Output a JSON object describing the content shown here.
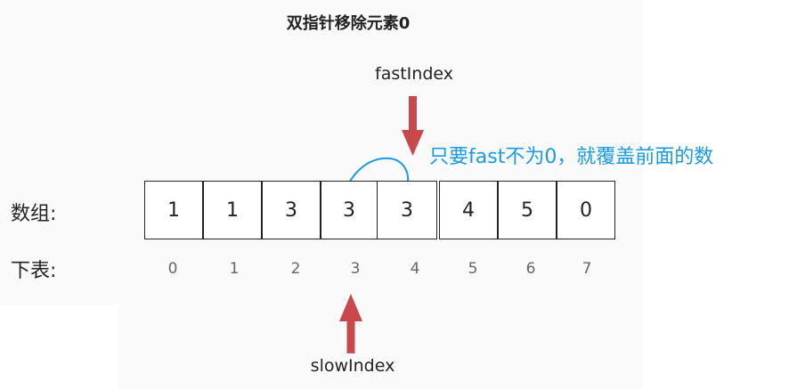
{
  "title": "双指针移除元素0",
  "fast_label": "fastIndex",
  "slow_label": "slowIndex",
  "note": "只要fast不为0，就覆盖前面的数",
  "array_label": "数组:",
  "index_label": "下表:",
  "cells": [
    "1",
    "1",
    "3",
    "3",
    "3",
    "4",
    "5",
    "0"
  ],
  "indices": [
    "0",
    "1",
    "2",
    "3",
    "4",
    "5",
    "6",
    "7"
  ],
  "colors": {
    "arrow": "#c8484c",
    "note": "#1a9be0",
    "border": "#222222"
  }
}
